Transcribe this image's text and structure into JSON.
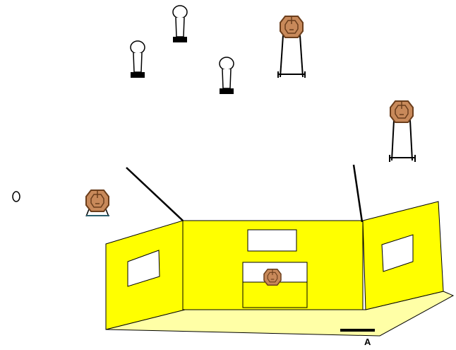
{
  "labels": {
    "point_a": "A"
  },
  "colors": {
    "wall_fill": "#ffff00",
    "floor_fill": "#ffffa6",
    "target_fill": "#c8895a",
    "target_outline": "#6b3e1c",
    "stroke": "#000000",
    "background": "#ffffff"
  },
  "items": {
    "steel_targets": [
      "no-shoot",
      "no-shoot",
      "no-shoot"
    ],
    "paper_targets_on_stands": 2,
    "low_target": 1,
    "window_target": 1,
    "start_marker": "circle"
  }
}
